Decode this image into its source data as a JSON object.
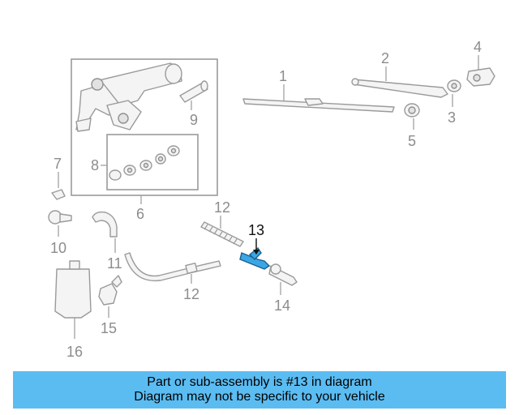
{
  "diagram": {
    "highlight_color": "#3aa6e6",
    "callouts": {
      "c1": "1",
      "c2": "2",
      "c3": "3",
      "c4": "4",
      "c5": "5",
      "c6": "6",
      "c7": "7",
      "c8": "8",
      "c9": "9",
      "c10": "10",
      "c11": "11",
      "c12a": "12",
      "c12b": "12",
      "c13": "13",
      "c14": "14",
      "c15": "15",
      "c16": "16"
    }
  },
  "banner": {
    "line1": "Part or sub-assembly is #13 in diagram",
    "line2": "Diagram may not be specific to your vehicle",
    "background": "#5bbcf2"
  }
}
